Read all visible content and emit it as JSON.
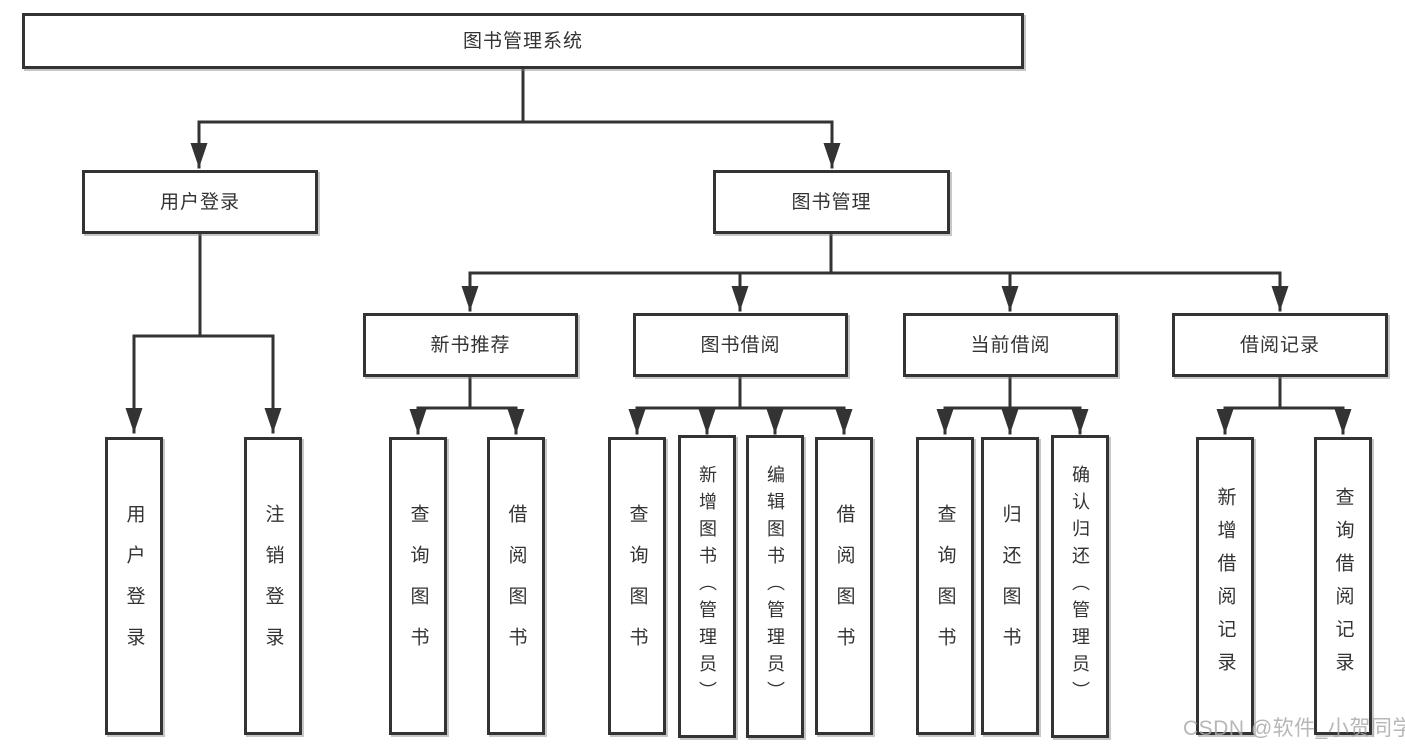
{
  "diagram": {
    "root": "图书管理系统",
    "level2": {
      "user_login": "用户登录",
      "book_management": "图书管理"
    },
    "level3": {
      "new_book_recommend": "新书推荐",
      "book_borrow": "图书借阅",
      "current_borrow": "当前借阅",
      "borrow_record": "借阅记录"
    },
    "leaves": {
      "user_login": "用户登录",
      "logout": "注销登录",
      "query_book_recommend": "查询图书",
      "borrow_book_recommend": "借阅图书",
      "query_book_borrow": "查询图书",
      "add_book_admin": "新增图书（管理员）",
      "edit_book_admin": "编辑图书（管理员）",
      "borrow_book_2": "借阅图书",
      "query_book_current": "查询图书",
      "return_book": "归还图书",
      "confirm_return_admin": "确认归还（管理员）",
      "add_borrow_record": "新增借阅记录",
      "query_borrow_record": "查询借阅记录"
    }
  },
  "watermark": "CSDN @软件_小贺同学",
  "colors": {
    "line": "#333333",
    "box_border": "#333333",
    "box_fill": "#ffffff",
    "text": "#333333",
    "watermark": "#aaaaaa",
    "background": "#ffffff"
  }
}
